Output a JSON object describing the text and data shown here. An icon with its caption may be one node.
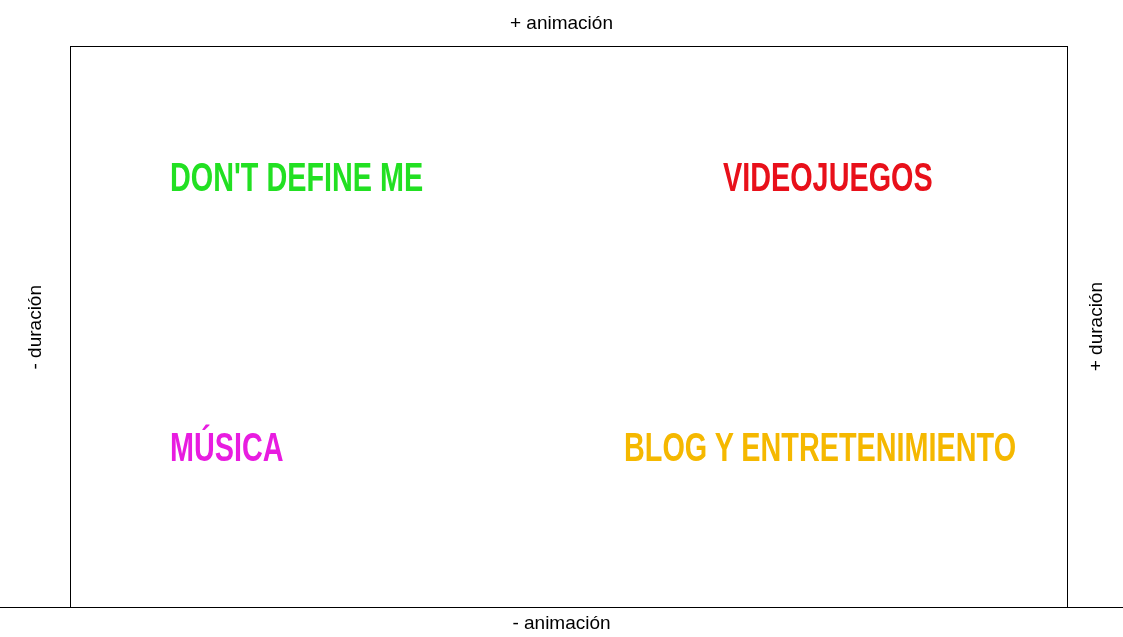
{
  "diagram": {
    "nodes": [
      {
        "text": [
          "+ animación"
        ]
      },
      {
        "text": [
          "- duración"
        ]
      },
      {
        "text": [
          "+ duración"
        ]
      },
      {
        "text": [
          "- animación"
        ]
      }
    ],
    "labels": [
      "DON'T DEFINE ME",
      "VIDEOJUEGOS",
      "MÚSICA",
      "BLOG Y ENTRETENIMIENTO"
    ]
  }
}
